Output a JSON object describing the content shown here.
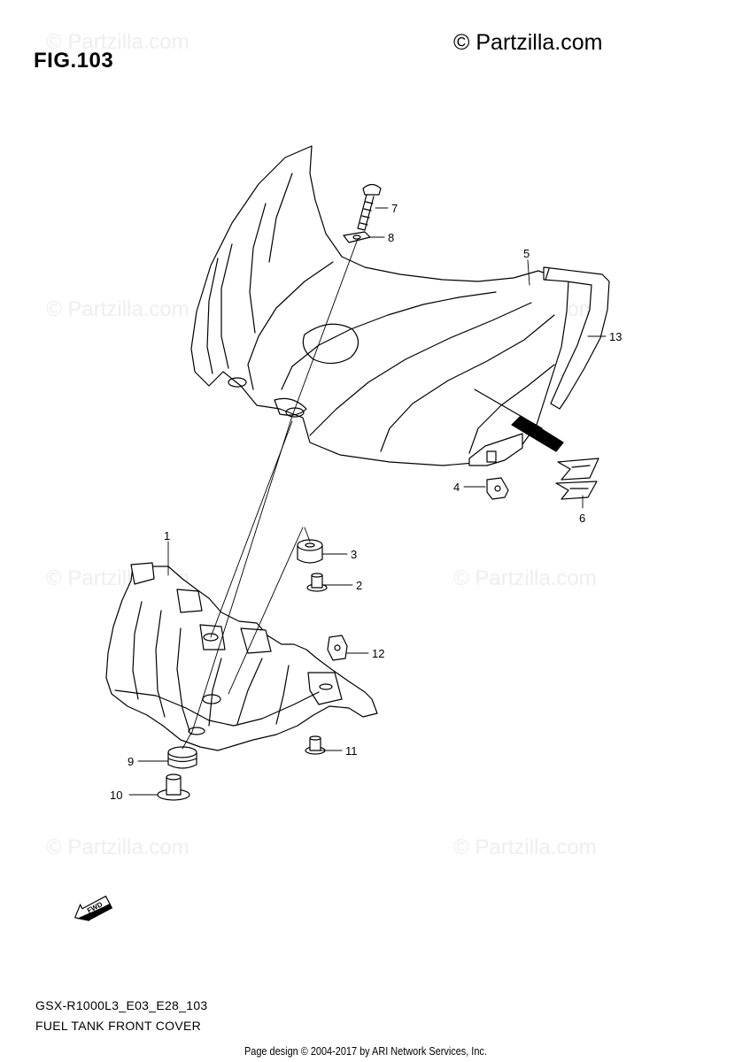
{
  "figure": {
    "label": "FIG.103"
  },
  "copyright": "© Partzilla.com",
  "watermark": "© Partzilla.com",
  "callouts": {
    "c1": "1",
    "c2": "2",
    "c3": "3",
    "c4": "4",
    "c5": "5",
    "c6": "6",
    "c7": "7",
    "c8": "8",
    "c9": "9",
    "c10": "10",
    "c11": "11",
    "c12": "12",
    "c13": "13"
  },
  "forward_marker": "FWD",
  "model_code": "GSX-R1000L3_E03_E28_103",
  "diagram_title": "FUEL TANK FRONT COVER",
  "footer": "Page design © 2004-2017 by ARI Network Services, Inc."
}
